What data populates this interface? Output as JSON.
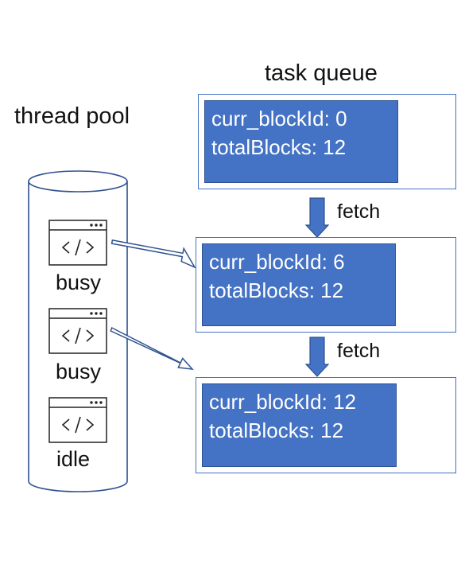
{
  "titles": {
    "task_queue": "task queue",
    "thread_pool": "thread pool"
  },
  "tasks": [
    {
      "curr_blockId": "curr_blockId: 0",
      "totalBlocks": "totalBlocks: 12"
    },
    {
      "curr_blockId": "curr_blockId: 6",
      "totalBlocks": "totalBlocks: 12"
    },
    {
      "curr_blockId": "curr_blockId: 12",
      "totalBlocks": "totalBlocks: 12"
    }
  ],
  "fetch_labels": [
    "fetch",
    "fetch"
  ],
  "threads": [
    {
      "status": "busy",
      "icon": "code-window-icon"
    },
    {
      "status": "busy",
      "icon": "code-window-icon"
    },
    {
      "status": "idle",
      "icon": "code-window-icon"
    }
  ],
  "colors": {
    "task_fill": "#4472c4",
    "task_border": "#2f528f",
    "outline": "#2f528f"
  }
}
